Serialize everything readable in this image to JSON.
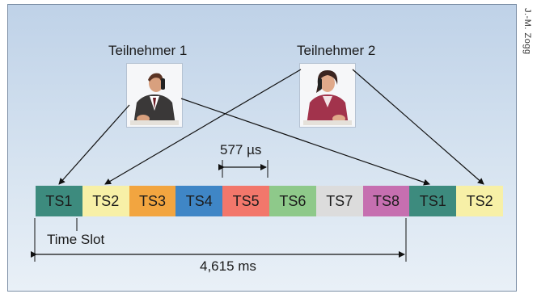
{
  "participants": [
    {
      "name": "Teilnehmer 1"
    },
    {
      "name": "Teilnehmer 2"
    }
  ],
  "slot_duration": "577 µs",
  "frame_duration": "4,615 ms",
  "time_slot_label": "Time Slot",
  "credit": "J.-M. Zogg",
  "slots": [
    {
      "label": "TS1",
      "color": "#3d8b7e"
    },
    {
      "label": "TS2",
      "color": "#f7f0a7"
    },
    {
      "label": "TS3",
      "color": "#f2a540"
    },
    {
      "label": "TS4",
      "color": "#3f86c6"
    },
    {
      "label": "TS5",
      "color": "#f2776b"
    },
    {
      "label": "TS6",
      "color": "#8ec98a"
    },
    {
      "label": "TS7",
      "color": "#dcdcdc"
    },
    {
      "label": "TS8",
      "color": "#c66fb0"
    },
    {
      "label": "TS1",
      "color": "#3d8b7e"
    },
    {
      "label": "TS2",
      "color": "#f7f0a7"
    }
  ]
}
